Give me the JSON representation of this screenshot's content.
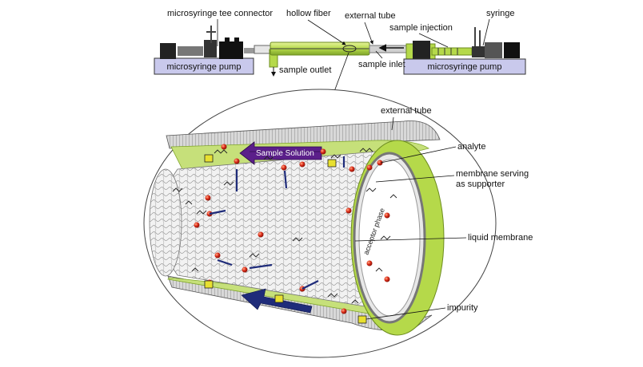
{
  "top_labels": {
    "microsyringe_tee_connector": "microsyringe tee connector",
    "hollow_fiber": "hollow fiber",
    "external_tube": "external tube",
    "syringe": "syringe",
    "sample_injection": "sample injection",
    "sample_outlet": "sample outlet",
    "sample_inlet": "sample inlet",
    "pump_left": "microsyringe pump",
    "pump_right": "microsyringe pump"
  },
  "detail_labels": {
    "external_tube": "external tube",
    "analyte": "analyte",
    "membrane_serving_1": "membrane serving",
    "membrane_serving_2": "as supporter",
    "liquid_membrane": "liquid membrane",
    "impurity": "impurity",
    "sample_solution": "Sample Solution",
    "acceptor_phase": "acceptor phase"
  },
  "colors": {
    "tube_green": "#b5d94a",
    "tube_green_dark": "#7fa52a",
    "pump_fill": "#c9c9ec",
    "analyte_red": "#d42a1a",
    "arrow_purple": "#5b1f8a",
    "arrow_navy": "#1f2c7a"
  }
}
